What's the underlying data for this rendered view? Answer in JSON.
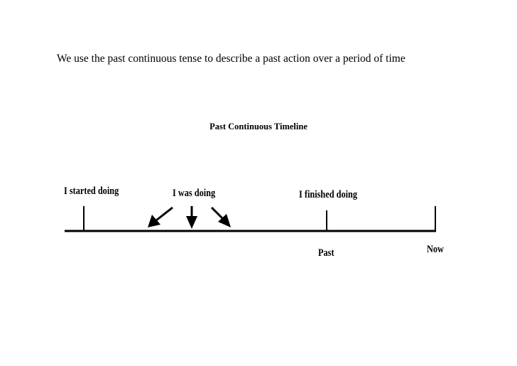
{
  "intro_text": "We use the past continuous tense to describe a past action over a period of time",
  "diagram": {
    "title": "Past Continuous Timeline",
    "labels": {
      "started": "I started doing",
      "doing": "I was doing",
      "finished": "I finished doing",
      "past": "Past",
      "now": "Now"
    }
  }
}
